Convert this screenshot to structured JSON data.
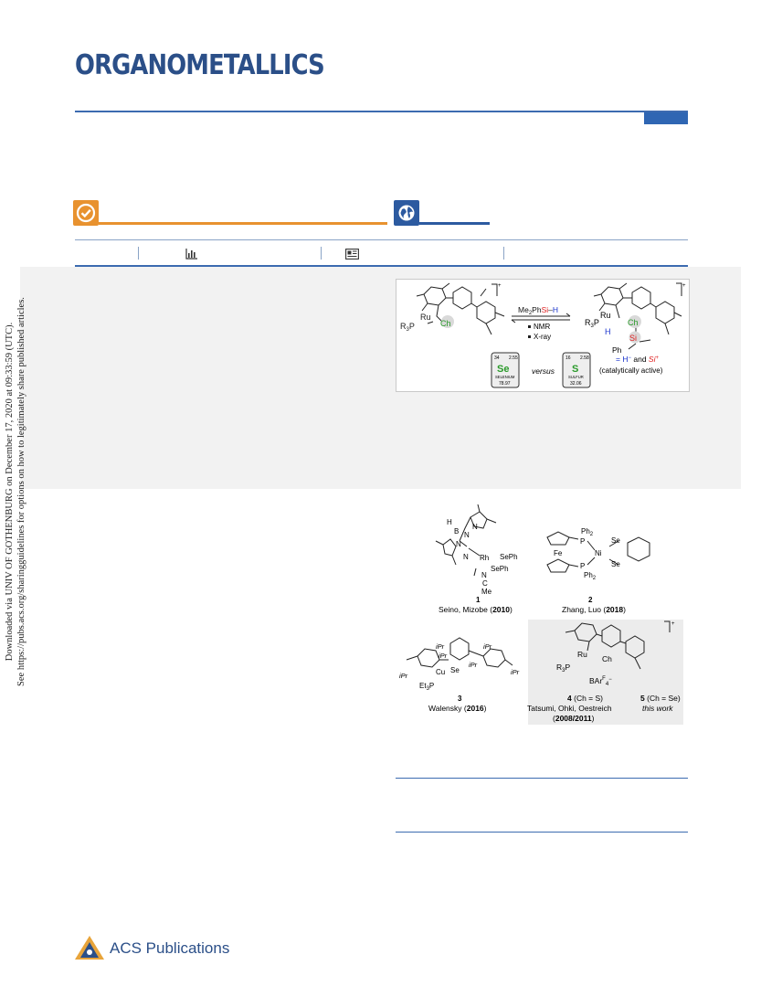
{
  "journal": {
    "name": "ORGANOMETALLICS"
  },
  "side_note": {
    "line1": "Downloaded via UNIV OF GOTHENBURG on December 17, 2020 at 09:33:59 (UTC).",
    "line2": "See https://pubs.acs.org/sharingguidelines for options on how to legitimately share published articles."
  },
  "toc": {
    "reagent_prefix": "Me",
    "reagent_sub": "2",
    "reagent_mid": "Ph",
    "reagent_si": "Si",
    "reagent_dash": "–",
    "reagent_h": "H",
    "method1": "NMR",
    "method2": "X-ray",
    "left_r3p": "R",
    "left_r3p_sub": "3",
    "left_p": "P",
    "left_ru": "Ru",
    "left_ch": "Ch",
    "plus": "+",
    "right_h": "H",
    "right_si": "Si",
    "right_ph": "Ph",
    "eq_prefix": "= H",
    "eq_and": "and",
    "eq_si": "Si",
    "catalytic": "(catalytically active)",
    "versus": "versus",
    "se_tile": {
      "number": "34",
      "en": "2.55",
      "symbol": "Se",
      "name": "SELENIUM",
      "mass": "78.97"
    },
    "s_tile": {
      "number": "16",
      "en": "2.58",
      "symbol": "S",
      "name": "SULFUR",
      "mass": "32.06"
    }
  },
  "figure1": {
    "c1_label": "1",
    "c1_ref": "Seino, Mizobe (",
    "c1_year": "2010",
    "c2_label": "2",
    "c2_ref": "Zhang, Luo (",
    "c2_year": "2018",
    "c3_label": "3",
    "c3_ref": "Walensky (",
    "c3_year": "2016",
    "c4_label": "4",
    "c4_text": "(Ch = S)",
    "c4_refs": "Tatsumi, Ohki, Oestreich",
    "c4_years": "2008/2011",
    "c5_label": "5",
    "c5_text": "(Ch = Se)",
    "c5_note": "this work",
    "close_paren": ")",
    "atoms": {
      "H": "H",
      "B": "B",
      "N": "N",
      "Rh": "Rh",
      "SePh": "SePh",
      "C": "C",
      "Me": "Me",
      "Ph2": "Ph",
      "two": "2",
      "P": "P",
      "Fe": "Fe",
      "Ni": "Ni",
      "Se": "Se",
      "iPr": "iPr",
      "Cu": "Cu",
      "Et3P": "Et",
      "three": "3",
      "R3P": "R",
      "Ru": "Ru",
      "Ch": "Ch",
      "BAr": "BAr",
      "F": "F",
      "four": "4"
    }
  },
  "publisher": {
    "name": "ACS Publications"
  },
  "colors": {
    "journal_blue": "#2b4f88",
    "oa_orange": "#e8922f",
    "rule_blue": "#3c6bb0",
    "silicon_red": "#e02020",
    "hydride_blue": "#1a33cc",
    "chalcogen_green": "#2a9a2a"
  }
}
